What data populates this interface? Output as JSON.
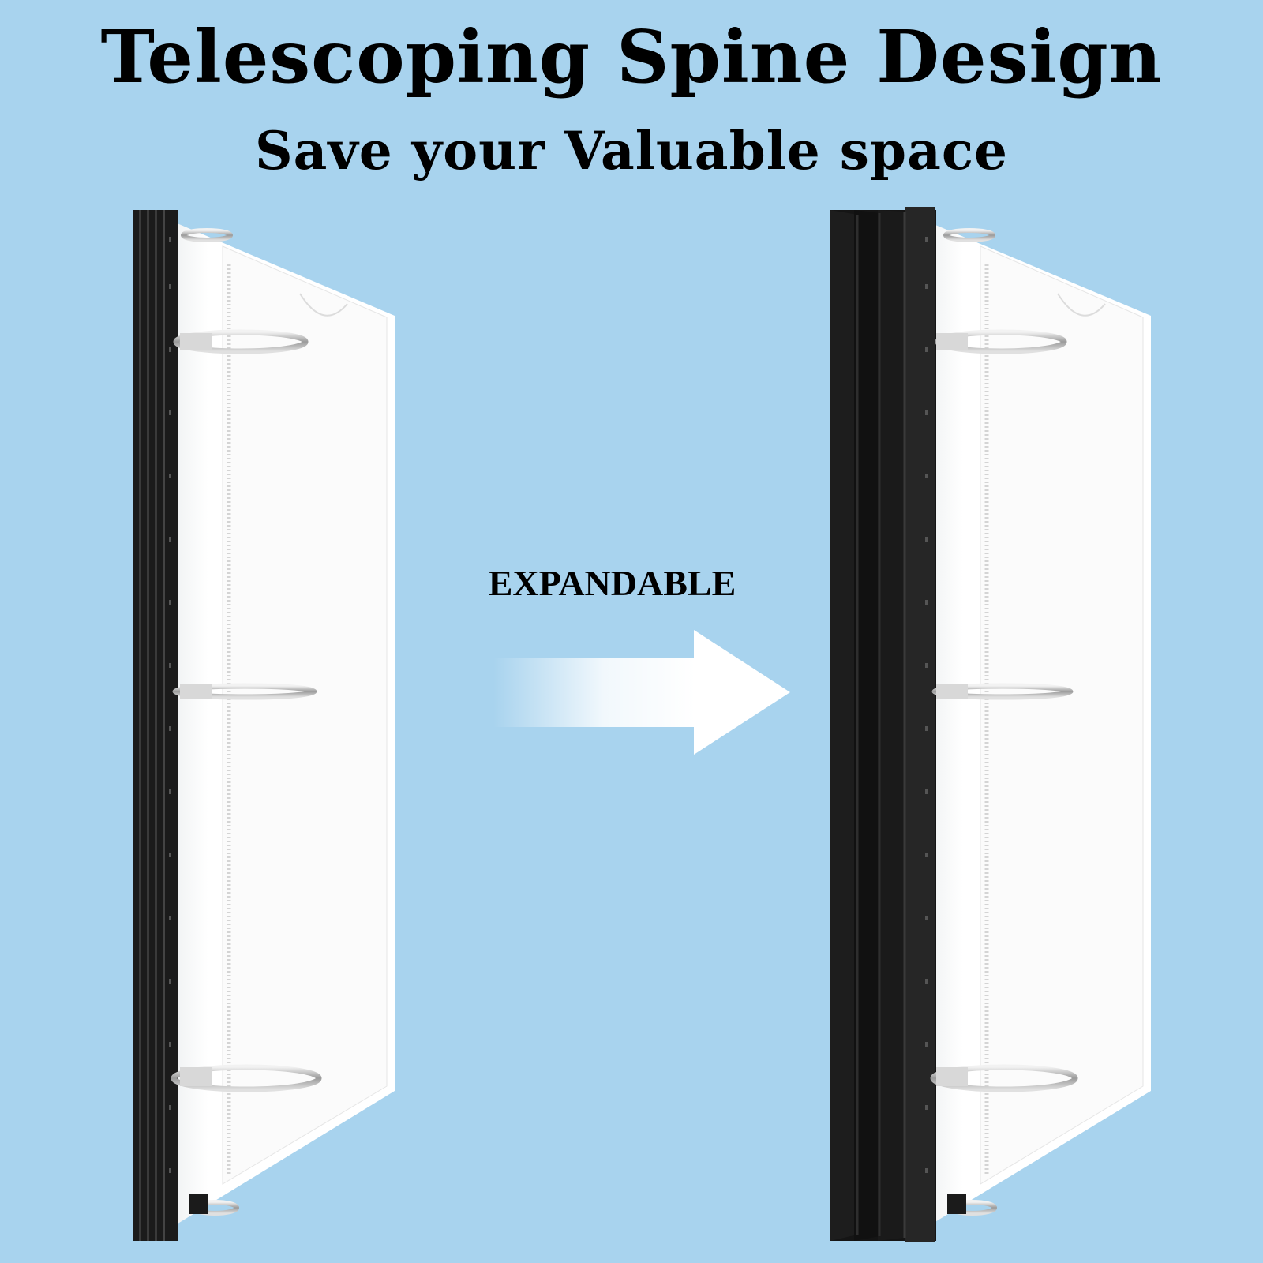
{
  "headline": "Telescoping Spine Design",
  "subheadline": "Save your Valuable space",
  "arrow_label": "EXPANDABLE",
  "colors": {
    "background": "#a8d3ee",
    "spine": "#1b1b1b",
    "page": "#ffffff",
    "ring": "#c8c8c8",
    "arrow": "#ffffff",
    "text": "#000000"
  },
  "icons": {
    "compact_binder": "binder-collapsed-spine-icon",
    "expanded_binder": "binder-expanded-spine-icon",
    "arrow": "right-arrow-icon"
  }
}
